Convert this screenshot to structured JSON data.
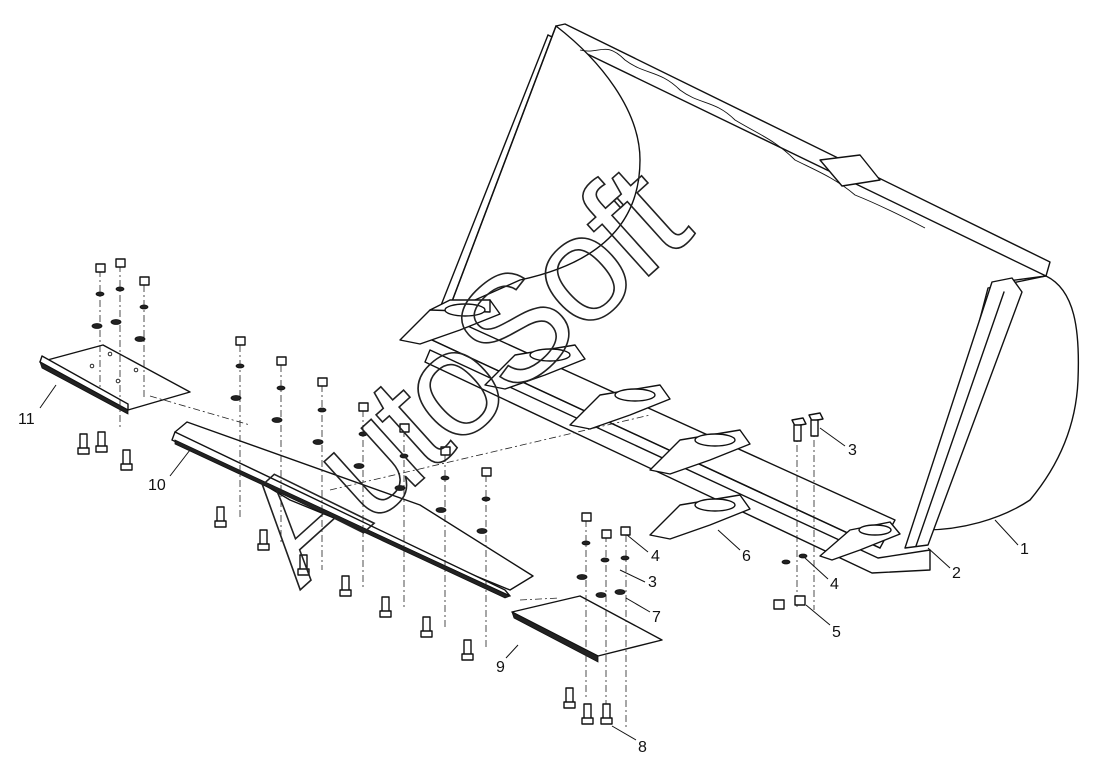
{
  "watermark": "AutoSoft",
  "callouts": [
    {
      "id": "c1",
      "label": "1"
    },
    {
      "id": "c2",
      "label": "2"
    },
    {
      "id": "c3a",
      "label": "3"
    },
    {
      "id": "c3b",
      "label": "3"
    },
    {
      "id": "c4a",
      "label": "4"
    },
    {
      "id": "c4b",
      "label": "4"
    },
    {
      "id": "c5",
      "label": "5"
    },
    {
      "id": "c6",
      "label": "6"
    },
    {
      "id": "c7",
      "label": "7"
    },
    {
      "id": "c8",
      "label": "8"
    },
    {
      "id": "c9",
      "label": "9"
    },
    {
      "id": "c10",
      "label": "10"
    },
    {
      "id": "c11",
      "label": "11"
    }
  ]
}
